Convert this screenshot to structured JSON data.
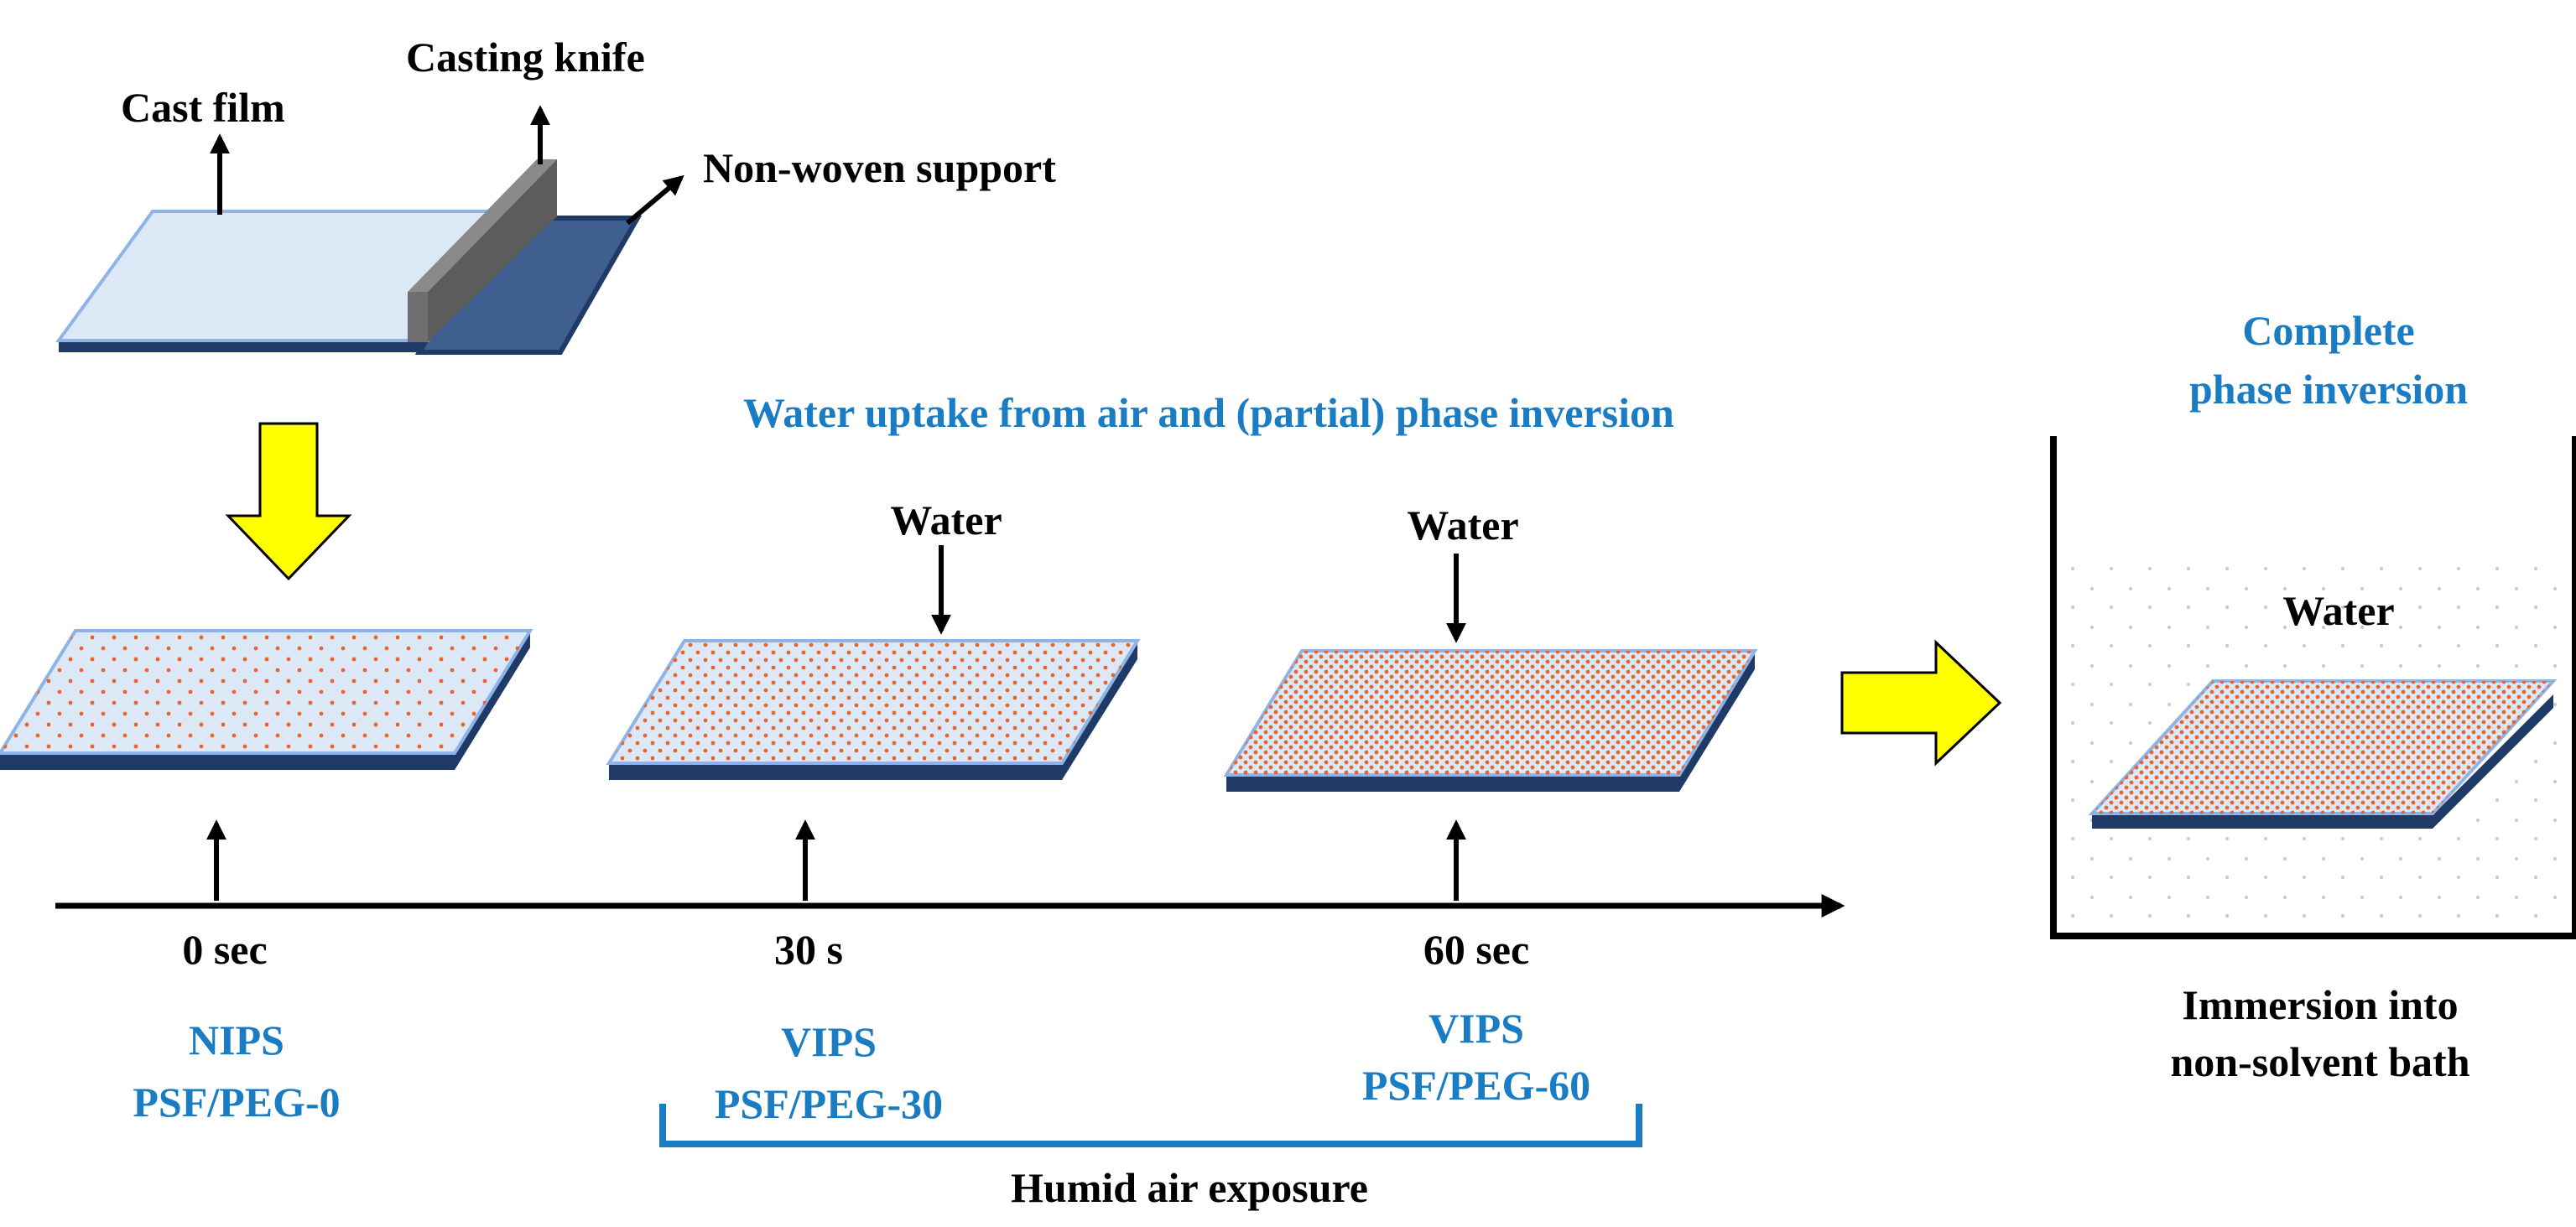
{
  "colors": {
    "film": "#dce8f5",
    "film_edge": "#8eb3e6",
    "support": "#1f3a66",
    "knife": "#6f6f6f",
    "process_arrow": "#ffff00",
    "label_blue": "#1a7dc4",
    "dots": "#e8642c"
  },
  "labels": {
    "cast_film": "Cast film",
    "casting_knife": "Casting knife",
    "non_woven_support": "Non-woven support",
    "water_uptake": "Water uptake from air and (partial) phase inversion",
    "complete_line1": "Complete",
    "complete_line2": "phase inversion",
    "water_1": "Water",
    "water_2": "Water",
    "water_bath": "Water",
    "time_0": "0 sec",
    "time_30": "30 s",
    "time_60": "60 sec",
    "nips": "NIPS",
    "psf_peg_0": "PSF/PEG-0",
    "vips_30": "VIPS",
    "psf_peg_30": "PSF/PEG-30",
    "vips_60": "VIPS",
    "psf_peg_60": "PSF/PEG-60",
    "humid_air": "Humid air exposure",
    "immersion_line1": "Immersion into",
    "immersion_line2": "non-solvent bath"
  }
}
